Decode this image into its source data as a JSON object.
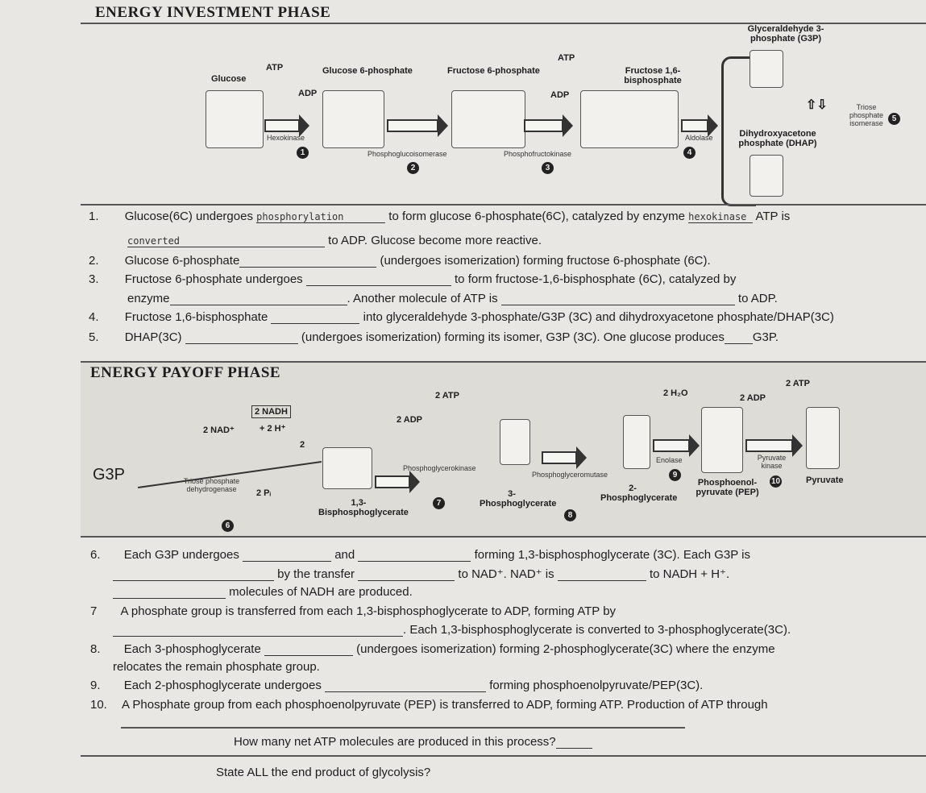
{
  "investment": {
    "title": "ENERGY INVESTMENT PHASE",
    "molecules": [
      "Glucose",
      "Glucose 6-phosphate",
      "Fructose 6-phosphate",
      "Fructose 1,6-bisphosphate",
      "Glyceraldehyde 3-phosphate (G3P)",
      "Dihydroxyacetone phosphate (DHAP)"
    ],
    "cofactors": [
      "ATP",
      "ADP",
      "ATP",
      "ADP"
    ],
    "enzymes": [
      "Hexokinase",
      "Phosphoglucoisomerase",
      "Phosphofructokinase",
      "Aldolase",
      "Triose phosphate isomerase"
    ],
    "steps": [
      "1",
      "2",
      "3",
      "4",
      "5"
    ]
  },
  "questions_a": {
    "q1": {
      "n": "1.",
      "a": "Glucose(6C) undergoes",
      "ans1": "phosphorylation",
      "b": "to form glucose 6-phosphate(6C), catalyzed by enzyme",
      "ans2": "hexokinase",
      "c": "ATP is",
      "ans3": "converted",
      "d": "to ADP. Glucose become more reactive."
    },
    "q2": {
      "n": "2.",
      "a": "Glucose 6-phosphate",
      "b": "(undergoes isomerization) forming fructose 6-phosphate (6C)."
    },
    "q3": {
      "n": "3.",
      "a": "Fructose 6-phosphate undergoes",
      "b": "to form fructose-1,6-bisphosphate (6C), catalyzed by",
      "c": "enzyme",
      "d": ". Another molecule of ATP is",
      "e": "to ADP."
    },
    "q4": {
      "n": "4.",
      "a": "Fructose 1,6-bisphosphate",
      "b": "into glyceraldehyde 3-phosphate/G3P (3C) and dihydroxyacetone phosphate/DHAP(3C)"
    },
    "q5": {
      "n": "5.",
      "a": "DHAP(3C)",
      "b": "(undergoes isomerization) forming its isomer, G3P (3C).  One glucose produces",
      "c": "G3P."
    }
  },
  "payoff": {
    "title": "ENERGY PAYOFF PHASE",
    "g3p": "G3P",
    "nad": "2 NAD⁺",
    "nadh": "2 NADH",
    "h": "+ 2 H⁺",
    "two": "2",
    "pi": "2 Pᵢ",
    "molecules": [
      "1,3-Bisphosphoglycerate",
      "3-Phosphoglycerate",
      "2-Phosphoglycerate",
      "Phosphoenol-pyruvate (PEP)",
      "Pyruvate"
    ],
    "cofactors": [
      "2 ADP",
      "2 ATP",
      "2 H₂O",
      "2 ADP",
      "2 ATP"
    ],
    "enzymes": [
      "Triose phosphate dehydrogenase",
      "Phosphoglycerokinase",
      "Phosphoglyceromutase",
      "Enolase",
      "Pyruvate kinase"
    ],
    "steps": [
      "6",
      "7",
      "8",
      "9",
      "10"
    ]
  },
  "questions_b": {
    "q6": {
      "n": "6.",
      "a": "Each G3P undergoes",
      "b": "and",
      "c": "forming 1,3-bisphosphoglycerate (3C). Each G3P is",
      "d": "to NADH + H⁺.",
      "e": "by the  transfer",
      "f": "to NAD⁺. NAD⁺ is",
      "g": "molecules of NADH are produced."
    },
    "q7": {
      "n": "7",
      "a": "A phosphate group is transferred from each 1,3-bisphosphoglycerate to ADP, forming ATP by",
      "b": ". Each 1,3-bisphosphoglycerate is converted to 3-phosphoglycerate(3C)."
    },
    "q8": {
      "n": "8.",
      "a": "Each 3-phosphoglycerate",
      "b": "(undergoes isomerization) forming 2-phosphoglycerate(3C) where the enzyme",
      "c": "relocates the remain phosphate group."
    },
    "q9": {
      "n": "9.",
      "a": "Each 2-phosphoglycerate undergoes",
      "b": "forming phosphoenolpyruvate/PEP(3C)."
    },
    "q10": {
      "n": "10.",
      "a": "A Phosphate group from each phosphoenolpyruvate (PEP) is transferred to ADP, forming ATP. Production of ATP through"
    },
    "net": "How many net ATP molecules are produced in this process?",
    "end": "State ALL the end product of glycolysis?"
  }
}
